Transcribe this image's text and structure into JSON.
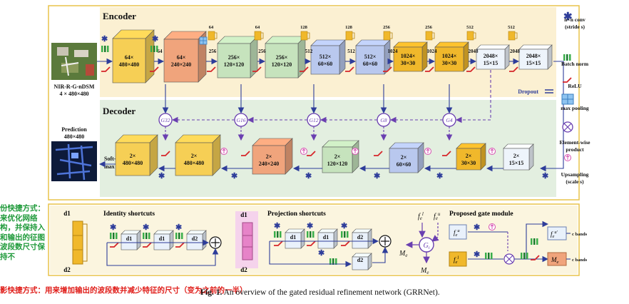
{
  "encoder": {
    "title": "Encoder",
    "input_label": "NIR-R-G-nDSM",
    "input_size": "4 × 480×480",
    "blocks": [
      {
        "l1": "64×",
        "l2": "480×480",
        "color": "#f6cf55"
      },
      {
        "l1": "64×",
        "l2": "240×240",
        "color": "#f0a47c"
      },
      {
        "l1": "256×",
        "l2": "120×120",
        "color": "#c6e3bd"
      },
      {
        "l1": "256×",
        "l2": "120×120",
        "color": "#c6e3bd"
      },
      {
        "l1": "512×",
        "l2": "60×60",
        "color": "#b9c8ee"
      },
      {
        "l1": "512×",
        "l2": "60×60",
        "color": "#b9c8ee"
      },
      {
        "l1": "1024×",
        "l2": "30×30",
        "color": "#f0b82b"
      },
      {
        "l1": "1024×",
        "l2": "30×30",
        "color": "#f0b82b"
      },
      {
        "l1": "2048×",
        "l2": "15×15",
        "color": "#eef4fb"
      },
      {
        "l1": "2048×",
        "l2": "15×15",
        "color": "#eef4fb"
      }
    ],
    "channel_labels": [
      "64",
      "256",
      "256",
      "512",
      "512",
      "1024",
      "1024",
      "2048",
      "2048"
    ],
    "shortcut_labels": [
      "64",
      "64",
      "128",
      "128",
      "256",
      "256",
      "512",
      "512"
    ],
    "dropout_label": "Dropout"
  },
  "decoder": {
    "title": "Decoder",
    "gates": [
      "G32",
      "G16",
      "G12",
      "G8",
      "G4"
    ],
    "output_label": "Prediction",
    "output_size": "480×480",
    "softmax_label": "Soft-\nmax",
    "blocks": [
      {
        "l1": "2×",
        "l2": "480×480",
        "color": "#f6cf55"
      },
      {
        "l1": "2×",
        "l2": "480×480",
        "color": "#f6cf55"
      },
      {
        "l1": "2×",
        "l2": "240×240",
        "color": "#f0a47c"
      },
      {
        "l1": "2×",
        "l2": "120×120",
        "color": "#c6e3bd"
      },
      {
        "l1": "2×",
        "l2": "60×60",
        "color": "#b9c8ee"
      },
      {
        "l1": "2×",
        "l2": "30×30",
        "color": "#f0b82b"
      },
      {
        "l1": "2×",
        "l2": "15×15",
        "color": "#eef4fb"
      }
    ]
  },
  "legend": {
    "items": [
      "n×n conv\n(stride s)",
      "Batch norm",
      "ReLU",
      "max pooling",
      "Element-wise\nproduct",
      "Upsampling\n(scale s)"
    ]
  },
  "identity": {
    "title": "Identity shortcuts",
    "d1": "d1",
    "d2": "d2",
    "blocks": [
      "d1",
      "d1",
      "d2"
    ]
  },
  "projection": {
    "title": "Projection shortcuts",
    "d1": "d1",
    "d2": "d2",
    "blocks": [
      "d1",
      "d1",
      "d2",
      "d2"
    ]
  },
  "gate_detail": {
    "fl": "f",
    "fu": "f",
    "me_left": "M",
    "me_bottom": "M",
    "g": "G"
  },
  "gate_module": {
    "title": "Proposed gate module",
    "blocks": [
      "f",
      "f",
      "f",
      "M"
    ],
    "c_bands": "c bands"
  },
  "notes": {
    "top": "份快捷方式：来优化网络构，并保持入和输出的征图波段数尺寸保持不",
    "bottom": "影快捷方式：用来增加输出的波段数并减少特征的尺寸（变为之前的一半）"
  },
  "caption": {
    "prefix": "Fig. 1.",
    "text": " An overview of the gated residual refinement network (GRRNet)."
  },
  "colors": {
    "encoder_bg": "#fbf0d2",
    "decoder_bg": "#e3efe0",
    "accent": "#2e3d9a",
    "purple": "#6a3fb0",
    "frame": "#e9c44a"
  }
}
